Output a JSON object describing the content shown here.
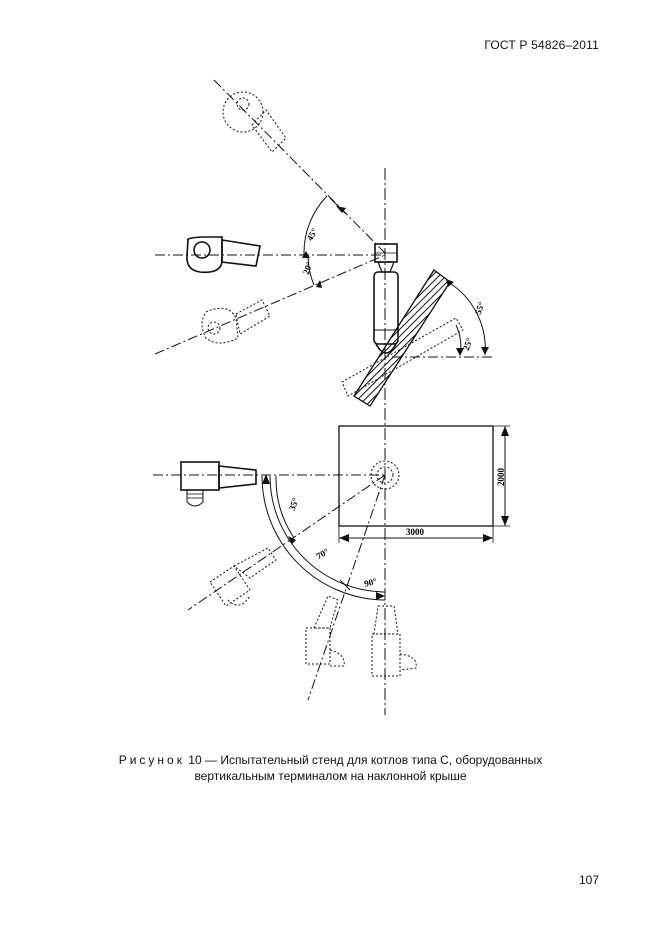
{
  "header": {
    "standard": "ГОСТ Р 54826–2011"
  },
  "figure": {
    "angles": {
      "a45": "45°",
      "a20": "20°",
      "a55": "55°",
      "a25": "25°",
      "a35": "35°",
      "a70": "70°",
      "a90": "90°"
    },
    "dimensions": {
      "width": "3000",
      "height": "2000"
    }
  },
  "caption": {
    "lead": "Рисунок",
    "text": " 10 — Испытательный стенд для котлов типа С, оборудованных",
    "line2": "вертикальным терминалом на наклонной крыше"
  },
  "footer": {
    "page_number": "107"
  }
}
